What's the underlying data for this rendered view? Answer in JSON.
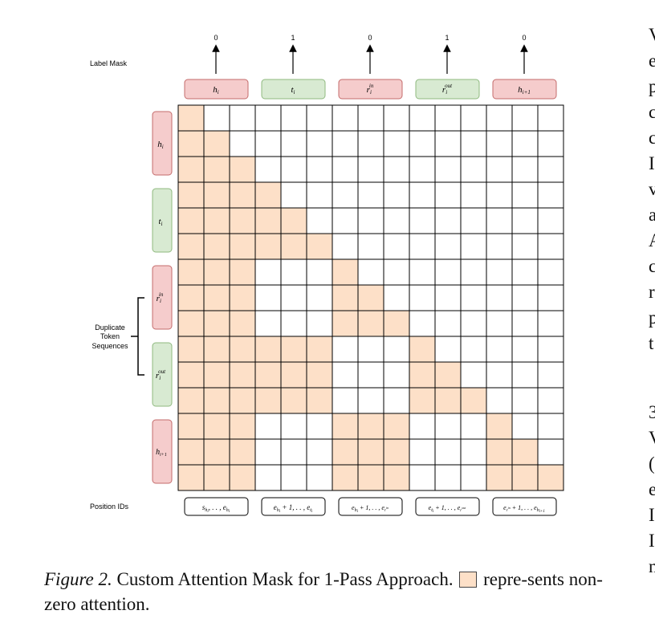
{
  "figure": {
    "left_labels": {
      "label_mask": "Label Mask",
      "duplicate": [
        "Duplicate",
        "Token",
        "Sequences"
      ],
      "position_ids": "Position IDs"
    },
    "mask_values": [
      "0",
      "1",
      "0",
      "1",
      "0"
    ],
    "groups": [
      {
        "key": "h",
        "color": "red"
      },
      {
        "key": "t",
        "color": "green"
      },
      {
        "key": "rin",
        "color": "red"
      },
      {
        "key": "rout",
        "color": "green"
      },
      {
        "key": "h1",
        "color": "red"
      }
    ],
    "grid": {
      "size": 15,
      "filled_rows": [
        [
          0
        ],
        [
          0,
          1
        ],
        [
          0,
          1,
          2
        ],
        [
          0,
          1,
          2,
          3
        ],
        [
          0,
          1,
          2,
          3,
          4
        ],
        [
          0,
          1,
          2,
          3,
          4,
          5
        ],
        [
          0,
          1,
          2,
          6
        ],
        [
          0,
          1,
          2,
          6,
          7
        ],
        [
          0,
          1,
          2,
          6,
          7,
          8
        ],
        [
          0,
          1,
          2,
          3,
          4,
          5,
          9
        ],
        [
          0,
          1,
          2,
          3,
          4,
          5,
          9,
          10
        ],
        [
          0,
          1,
          2,
          3,
          4,
          5,
          9,
          10,
          11
        ],
        [
          0,
          1,
          2,
          6,
          7,
          8,
          12
        ],
        [
          0,
          1,
          2,
          6,
          7,
          8,
          12,
          13
        ],
        [
          0,
          1,
          2,
          6,
          7,
          8,
          12,
          13,
          14
        ]
      ]
    },
    "colors": {
      "fill": "#fde0c8",
      "red_bg": "#f5cccc",
      "red_border": "#c46b6b",
      "green_bg": "#d8ead2",
      "green_border": "#8fb97f",
      "grid_line": "#000000"
    }
  },
  "caption": {
    "label": "Figure 2.",
    "text_before": " Custom Attention Mask for 1-Pass Approach. ",
    "text_after": " repre-sents non-zero attention."
  },
  "side_column": {
    "top": [
      "V",
      "e",
      "p",
      "c",
      "c",
      "I",
      "v",
      "a",
      "A",
      "c",
      "r",
      "p",
      "t"
    ],
    "bottom": [
      "3",
      "V",
      "(",
      "e",
      "I",
      "I",
      "n"
    ]
  }
}
